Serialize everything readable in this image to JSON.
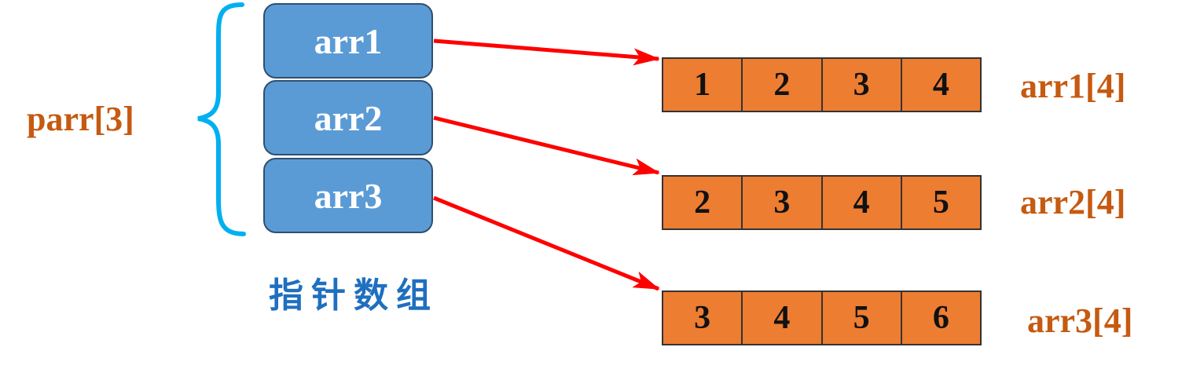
{
  "pointer_array": {
    "label": "parr[3]",
    "caption": "指针数组",
    "elements": [
      "arr1",
      "arr2",
      "arr3"
    ]
  },
  "arrays": [
    {
      "name": "arr1[4]",
      "values": [
        "1",
        "2",
        "3",
        "4"
      ]
    },
    {
      "name": "arr2[4]",
      "values": [
        "2",
        "3",
        "4",
        "5"
      ]
    },
    {
      "name": "arr3[4]",
      "values": [
        "3",
        "4",
        "5",
        "6"
      ]
    }
  ],
  "colors": {
    "pointer_box": "#5b9bd5",
    "array_cell": "#ed7d31",
    "arrow": "#ff0000",
    "brace": "#00b0f0",
    "label_text": "#c55a11",
    "caption_text": "#1f6fbf"
  }
}
